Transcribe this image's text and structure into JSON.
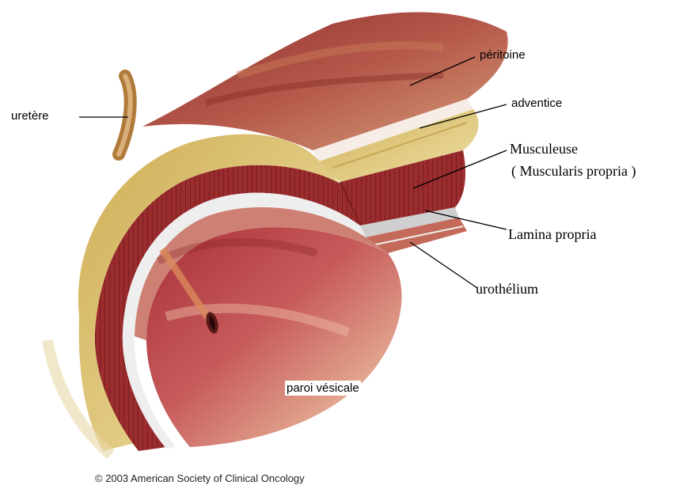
{
  "labels": {
    "ureter": "uretère",
    "peritoneum": "péritoine",
    "adventitia": "adventice",
    "muscularis": "Musculeuse",
    "muscularis_latin": "( Muscularis propria )",
    "lamina_propria": "Lamina propria",
    "urothelium": "urothélium",
    "bladder_wall": "paroi vésicale"
  },
  "copyright": "© 2003 American Society of Clinical Oncology",
  "colors": {
    "muscle": "#9b2c2e",
    "fat": "#d8c072",
    "lumen": "#b8454a",
    "peritoneum": "#a8503e",
    "mucosa": "#eeeeee"
  }
}
